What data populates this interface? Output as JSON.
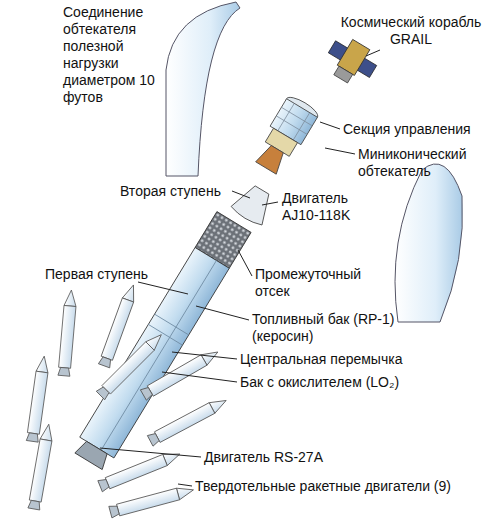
{
  "diagram": {
    "labels": [
      "Соединение обтекателя полезной нагрузки диаметром 10 футов",
      "Космический корабль GRAIL",
      "Секция управления",
      "Миниконический обтекатель",
      "Вторая ступень",
      "Двигатель AJ10-118K",
      "Первая ступень",
      "Промежуточный отсек",
      "Топливный бак (RP-1) (керосин)",
      "Центральная перемычка",
      "Бак с окислителем (LO₂)",
      "Двигатель RS-27A",
      "Твердотельные ракетные двигатели (9)"
    ]
  }
}
